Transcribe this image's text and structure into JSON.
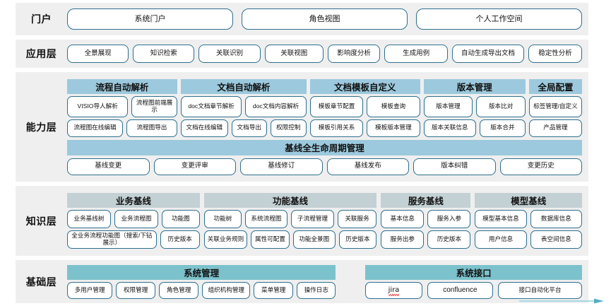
{
  "colors": {
    "band_blue": "#9cc9dd",
    "band_gray": "#c3d0d4",
    "band_teal": "#7cc2cc",
    "row_bg": "#efefef",
    "pill_border": "#2e6f8e",
    "page_bg": "#ffffff"
  },
  "layers": [
    {
      "id": "portal",
      "label": "门户",
      "items": [
        "系统门户",
        "角色视图",
        "个人工作空间"
      ]
    },
    {
      "id": "application",
      "label": "应用层",
      "items": [
        "全景展现",
        "知识检索",
        "关联识别",
        "关联视图",
        "影响度分析",
        "生成用例",
        "自动生成导出文档",
        "稳定性分析"
      ]
    },
    {
      "id": "capability",
      "label": "能力层",
      "groups": [
        {
          "title": "流程自动解析",
          "band": "blue",
          "rows": [
            [
              "VISIO导人解析",
              "流程图前端展示"
            ],
            [
              "流程图在线编辑",
              "流程图导出"
            ]
          ]
        },
        {
          "title": "文档自动解析",
          "band": "blue",
          "rows": [
            [
              "doc文档章节解析",
              "doc文档内容解析"
            ],
            [
              "文档在线编辑",
              "文档导出",
              "权限控制"
            ]
          ]
        },
        {
          "title": "文档模板自定义",
          "band": "blue",
          "rows": [
            [
              "模板章节配置",
              "模板查询"
            ],
            [
              "模板引用关系",
              "模板版本管理"
            ]
          ]
        },
        {
          "title": "版本管理",
          "band": "blue",
          "rows": [
            [
              "版本管理",
              "版本比对"
            ],
            [
              "版本关联信息",
              "版本合并"
            ]
          ]
        },
        {
          "title": "全局配置",
          "band": "blue",
          "rows": [
            [
              "标签管理/自定义"
            ],
            [
              "产品管理"
            ]
          ]
        }
      ],
      "lifecycle": {
        "title": "基线全生命周期管理",
        "band": "blue",
        "items": [
          "基线变更",
          "变更评审",
          "基线修订",
          "基线发布",
          "版本纠错",
          "变更历史"
        ]
      }
    },
    {
      "id": "knowledge",
      "label": "知识层",
      "groups": [
        {
          "title": "业务基线",
          "band": "gray",
          "rows": [
            [
              "业务基线树",
              "业务流程图",
              "功能图"
            ],
            [
              "全业务流程功能图（搜索/下钻展示）",
              "历史版本"
            ]
          ]
        },
        {
          "title": "功能基线",
          "band": "gray",
          "rows": [
            [
              "功能树",
              "系统流程图",
              "子流程管理",
              "关联服务"
            ],
            [
              "关联业务规则",
              "属性可配置",
              "功能全景图",
              "历史版本"
            ]
          ]
        },
        {
          "title": "服务基线",
          "band": "gray",
          "rows": [
            [
              "基本信息",
              "服务入参"
            ],
            [
              "服务出参",
              "历史版本"
            ]
          ]
        },
        {
          "title": "模型基线",
          "band": "gray",
          "rows": [
            [
              "模型基本信息",
              "数据库信息"
            ],
            [
              "用户信息",
              "表空间信息"
            ]
          ]
        }
      ]
    },
    {
      "id": "foundation",
      "label": "基础层",
      "groups": [
        {
          "title": "系统管理",
          "band": "teal",
          "rows": [
            [
              "多用户管理",
              "权限管理",
              "角色管理",
              "组织机构管理",
              "菜单管理",
              "操作日志"
            ]
          ]
        },
        {
          "title": "系统接口",
          "band": "teal",
          "rows": [
            [
              "jira",
              "confluence",
              "接口自动化平台"
            ]
          ]
        }
      ]
    }
  ]
}
